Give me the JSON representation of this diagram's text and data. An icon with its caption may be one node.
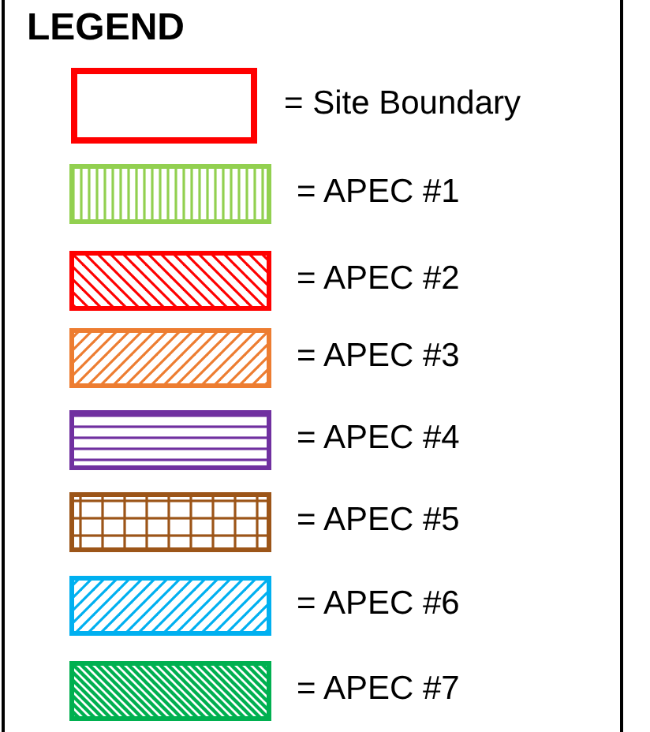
{
  "diagram": {
    "title": "LEGEND",
    "legend": [
      {
        "text": "= Site Boundary"
      },
      {
        "text": "= APEC #1"
      },
      {
        "text": "= APEC #2"
      },
      {
        "text": "= APEC #3"
      },
      {
        "text": "= APEC #4"
      },
      {
        "text": "= APEC #5"
      },
      {
        "text": "= APEC #6"
      },
      {
        "text": "= APEC #7"
      }
    ]
  }
}
